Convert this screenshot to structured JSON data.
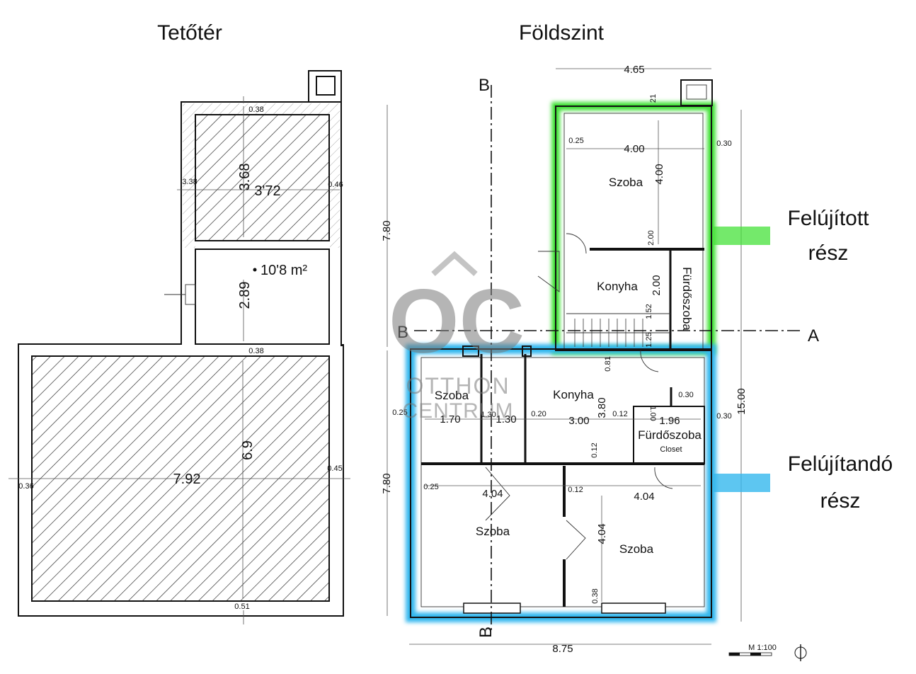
{
  "titles": {
    "attic": "Tetőtér",
    "ground": "Földszint"
  },
  "attic": {
    "area": "10'8 m²",
    "dims": {
      "top_wall": "0.38",
      "room_height": "3.68",
      "room_width": "3'72",
      "left_side": "3.38",
      "right_side": "0.46",
      "middle_height": "2.89",
      "middle_bottom": "0.38",
      "big_width": "7.92",
      "big_height": "6.9",
      "big_left": "0.36",
      "big_right": "0.45",
      "bottom_wall": "0.51"
    }
  },
  "ground": {
    "rooms": {
      "upper_room": "Szoba",
      "upper_kitchen": "Konyha",
      "upper_bath": "Fürdőszoba",
      "lower_small_room": "Szoba",
      "lower_kitchen": "Konyha",
      "lower_bath": "Fürdőszoba",
      "closet": "Closet",
      "lower_room_left": "Szoba",
      "lower_room_right": "Szoba"
    },
    "dims": {
      "top_width": "4.65",
      "chimney": "21",
      "upper_room_width": "4.00",
      "upper_room_height": "4.00",
      "upper_wall_left": "0.25",
      "upper_wall_right": "0.30",
      "partition": "2.00",
      "kitchen_height": "2.00",
      "stair_a": "1.52",
      "stair_b": "1.25",
      "stair_c": "0.81",
      "upper_total": "7.80",
      "lower_total": "7.80",
      "overall_height": "15.00",
      "overall_width": "8.75",
      "small_room_width": "1.70",
      "corridor_width": "1.30",
      "corridor_width2": "1.30",
      "wall_020": "0.20",
      "kitchen_width": "3.00",
      "kitchen_depth": "3.80",
      "wall_012a": "0.12",
      "bath_width": "1.96",
      "bath_small": "1.00",
      "wall_030a": "0.30",
      "wall_030b": "0.30",
      "wall_025a": "0.25",
      "wall_025b": "0.25",
      "wall_012b": "0.12",
      "wall_012c": "0.12",
      "left_room_width": "4.04",
      "right_room_width": "4.04",
      "right_room_height": "4.04",
      "bottom_038": "0.38"
    },
    "sections": {
      "b_top": "B",
      "b_bottom": "B",
      "b_left": "B",
      "a_right": "A"
    }
  },
  "legend": {
    "renovated_line1": "Felújított",
    "renovated_line2": "rész",
    "to_renovate_line1": "Felújítandó",
    "to_renovate_line2": "rész"
  },
  "watermark": {
    "logo": "OC",
    "line1": "OTTHON",
    "line2": "CENTRUM"
  },
  "scale": {
    "label": "M 1:100"
  },
  "colors": {
    "renovated": "#45e23a",
    "to_renovate": "#35b8ee"
  }
}
